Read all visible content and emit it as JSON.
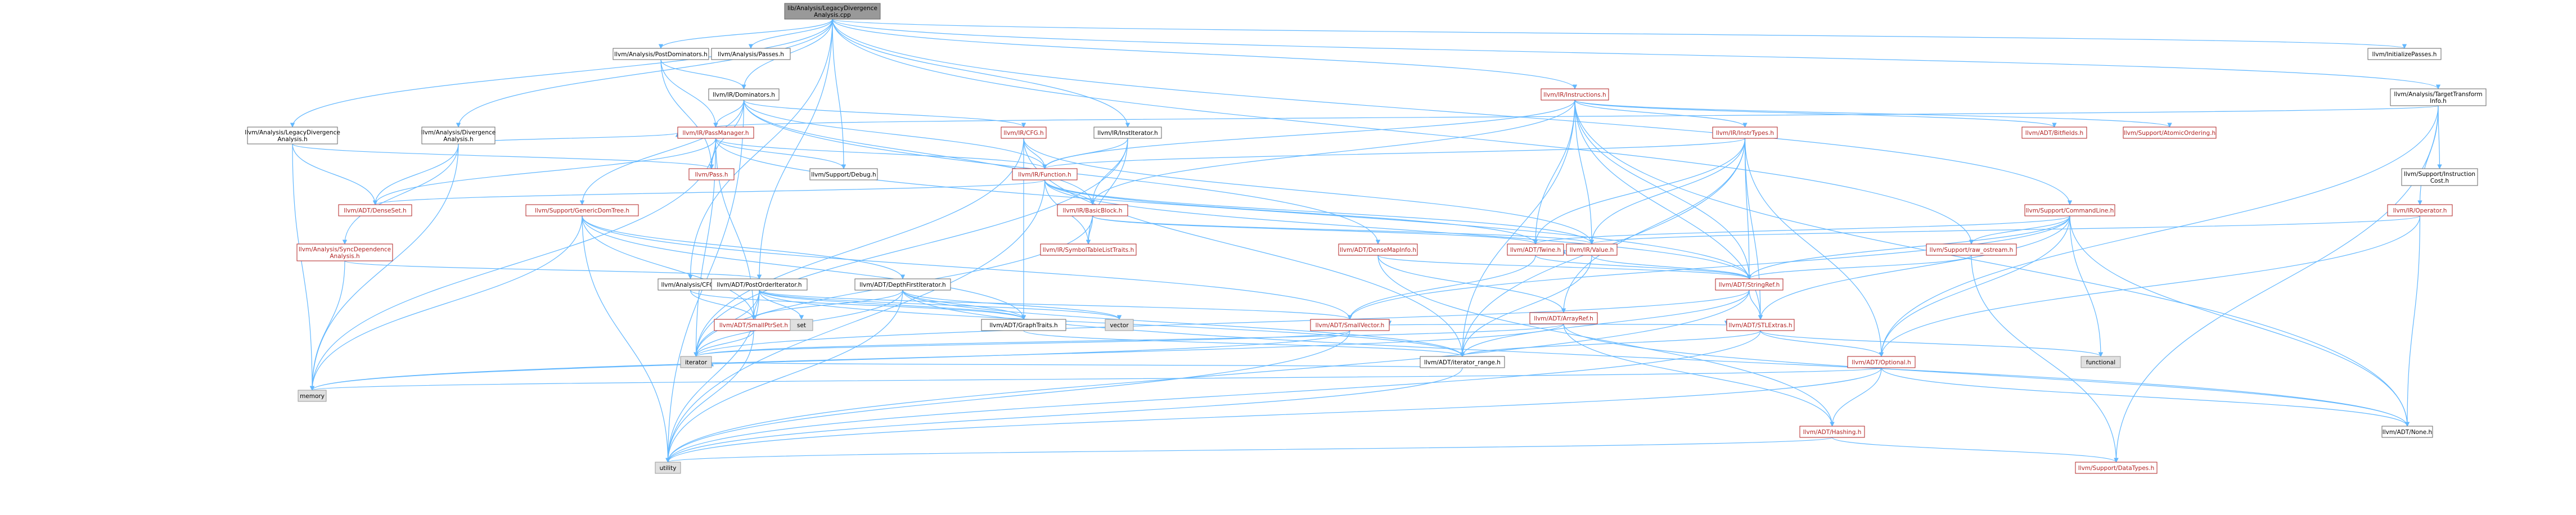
{
  "nodes": [
    {
      "id": "root",
      "lines": [
        "lib/Analysis/LegacyDivergence",
        "Analysis.cpp"
      ],
      "kind": "root"
    },
    {
      "id": "postdom",
      "lines": [
        "llvm/Analysis/PostDominators.h"
      ],
      "kind": "normal"
    },
    {
      "id": "passes",
      "lines": [
        "llvm/Analysis/Passes.h"
      ],
      "kind": "normal"
    },
    {
      "id": "initpasses",
      "lines": [
        "llvm/InitializePasses.h"
      ],
      "kind": "normal"
    },
    {
      "id": "tti",
      "lines": [
        "llvm/Analysis/TargetTransform",
        "Info.h"
      ],
      "kind": "normal"
    },
    {
      "id": "dominators",
      "lines": [
        "llvm/IR/Dominators.h"
      ],
      "kind": "normal"
    },
    {
      "id": "instructions",
      "lines": [
        "llvm/IR/Instructions.h"
      ],
      "kind": "red"
    },
    {
      "id": "legacydiv",
      "lines": [
        "llvm/Analysis/LegacyDivergence",
        "Analysis.h"
      ],
      "kind": "normal"
    },
    {
      "id": "divanalysis",
      "lines": [
        "llvm/Analysis/Divergence",
        "Analysis.h"
      ],
      "kind": "normal"
    },
    {
      "id": "passmanager",
      "lines": [
        "llvm/IR/PassManager.h"
      ],
      "kind": "red"
    },
    {
      "id": "cfg",
      "lines": [
        "llvm/IR/CFG.h"
      ],
      "kind": "red"
    },
    {
      "id": "institerator",
      "lines": [
        "llvm/IR/InstIterator.h"
      ],
      "kind": "normal"
    },
    {
      "id": "instrtypes",
      "lines": [
        "llvm/IR/InstrTypes.h"
      ],
      "kind": "red"
    },
    {
      "id": "bitfields",
      "lines": [
        "llvm/ADT/Bitfields.h"
      ],
      "kind": "red"
    },
    {
      "id": "atomicordering",
      "lines": [
        "llvm/Support/AtomicOrdering.h"
      ],
      "kind": "red"
    },
    {
      "id": "pass",
      "lines": [
        "llvm/Pass.h"
      ],
      "kind": "red"
    },
    {
      "id": "debug",
      "lines": [
        "llvm/Support/Debug.h"
      ],
      "kind": "normal"
    },
    {
      "id": "function",
      "lines": [
        "llvm/IR/Function.h"
      ],
      "kind": "red"
    },
    {
      "id": "instcost",
      "lines": [
        "llvm/Support/Instruction",
        "Cost.h"
      ],
      "kind": "normal"
    },
    {
      "id": "densetset",
      "lines": [
        "llvm/ADT/DenseSet.h"
      ],
      "kind": "red"
    },
    {
      "id": "gendomtree",
      "lines": [
        "llvm/Support/GenericDomTree.h"
      ],
      "kind": "red"
    },
    {
      "id": "basicblock",
      "lines": [
        "llvm/IR/BasicBlock.h"
      ],
      "kind": "red"
    },
    {
      "id": "cmdline",
      "lines": [
        "llvm/Support/CommandLine.h"
      ],
      "kind": "red"
    },
    {
      "id": "operator",
      "lines": [
        "llvm/IR/Operator.h"
      ],
      "kind": "red"
    },
    {
      "id": "syncdep",
      "lines": [
        "llvm/Analysis/SyncDependence",
        "Analysis.h"
      ],
      "kind": "red"
    },
    {
      "id": "symtab",
      "lines": [
        "llvm/IR/SymbolTableListTraits.h"
      ],
      "kind": "red"
    },
    {
      "id": "densemapinfo",
      "lines": [
        "llvm/ADT/DenseMapInfo.h"
      ],
      "kind": "red"
    },
    {
      "id": "twine",
      "lines": [
        "llvm/ADT/Twine.h"
      ],
      "kind": "red"
    },
    {
      "id": "value",
      "lines": [
        "llvm/IR/Value.h"
      ],
      "kind": "red"
    },
    {
      "id": "rawostream",
      "lines": [
        "llvm/Support/raw_ostream.h"
      ],
      "kind": "red"
    },
    {
      "id": "analysiscfg",
      "lines": [
        "llvm/Analysis/CFG.h"
      ],
      "kind": "normal"
    },
    {
      "id": "postorder",
      "lines": [
        "llvm/ADT/PostOrderIterator.h"
      ],
      "kind": "normal"
    },
    {
      "id": "dfiterator",
      "lines": [
        "llvm/ADT/DepthFirstIterator.h"
      ],
      "kind": "normal"
    },
    {
      "id": "stringref",
      "lines": [
        "llvm/ADT/StringRef.h"
      ],
      "kind": "red"
    },
    {
      "id": "arrayref",
      "lines": [
        "llvm/ADT/ArrayRef.h"
      ],
      "kind": "red"
    },
    {
      "id": "smallptrset",
      "lines": [
        "llvm/ADT/SmallPtrSet.h"
      ],
      "kind": "red"
    },
    {
      "id": "set",
      "lines": [
        "set"
      ],
      "kind": "sys"
    },
    {
      "id": "graphtraits",
      "lines": [
        "llvm/ADT/GraphTraits.h"
      ],
      "kind": "normal"
    },
    {
      "id": "vector",
      "lines": [
        "vector"
      ],
      "kind": "sys"
    },
    {
      "id": "smallvector",
      "lines": [
        "llvm/ADT/SmallVector.h"
      ],
      "kind": "red"
    },
    {
      "id": "stlextras",
      "lines": [
        "llvm/ADT/STLExtras.h"
      ],
      "kind": "red"
    },
    {
      "id": "iterator",
      "lines": [
        "iterator"
      ],
      "kind": "sys"
    },
    {
      "id": "iterrange",
      "lines": [
        "llvm/ADT/iterator_range.h"
      ],
      "kind": "normal"
    },
    {
      "id": "functional",
      "lines": [
        "functional"
      ],
      "kind": "sys"
    },
    {
      "id": "optional",
      "lines": [
        "llvm/ADT/Optional.h"
      ],
      "kind": "red"
    },
    {
      "id": "memory",
      "lines": [
        "memory"
      ],
      "kind": "sys"
    },
    {
      "id": "hashing",
      "lines": [
        "llvm/ADT/Hashing.h"
      ],
      "kind": "red"
    },
    {
      "id": "none",
      "lines": [
        "llvm/ADT/None.h"
      ],
      "kind": "normal"
    },
    {
      "id": "utility",
      "lines": [
        "utility"
      ],
      "kind": "sys"
    },
    {
      "id": "datatypes",
      "lines": [
        "llvm/Support/DataTypes.h"
      ],
      "kind": "red"
    }
  ],
  "colors": {
    "edge": "#63b8ff",
    "red_border": "#b22222",
    "root_fill": "#999999",
    "sys_fill": "#e0e0e0"
  }
}
